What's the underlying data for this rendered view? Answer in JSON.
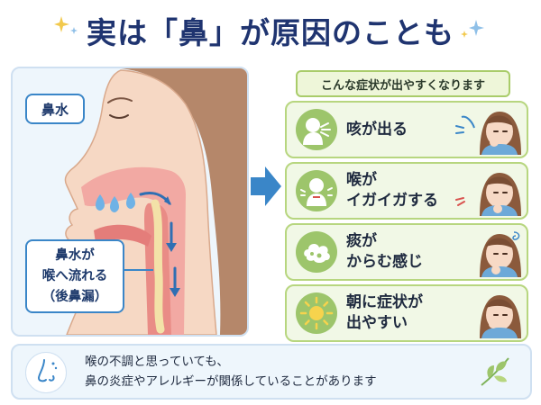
{
  "title": "実は「鼻」が原因のことも",
  "diagram": {
    "nasal_label": "鼻水",
    "drip_label_lines": [
      "鼻水が",
      "喉へ流れる",
      "（後鼻漏）"
    ]
  },
  "symptoms": {
    "header": "こんな症状が出やすくなります",
    "items": [
      {
        "lines": [
          "咳が出る"
        ],
        "icon": "coughing-person-icon"
      },
      {
        "lines": [
          "喉が",
          "イガイガする"
        ],
        "icon": "sore-throat-icon"
      },
      {
        "lines": [
          "痰が",
          "からむ感じ"
        ],
        "icon": "phlegm-icon"
      },
      {
        "lines": [
          "朝に症状が",
          "出やすい"
        ],
        "icon": "sun-icon"
      }
    ]
  },
  "note": {
    "lines": [
      "喉の不調と思っていても、",
      "鼻の炎症やアレルギーが関係していることがあります"
    ]
  },
  "colors": {
    "title": "#1f3470",
    "accent_blue": "#3a86c8",
    "panel_blue": "#eef6fc",
    "symptom_green": "#9dc56b",
    "symptom_bg": "#f1f8e6"
  }
}
